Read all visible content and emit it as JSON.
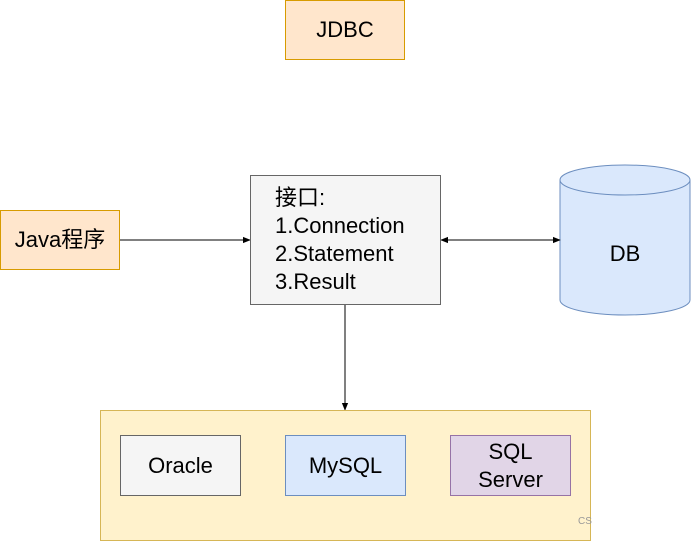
{
  "nodes": {
    "jdbc": "JDBC",
    "java_program": "Java程序",
    "interface": {
      "title": "接口:",
      "items": [
        "1.Connection",
        "2.Statement",
        "3.Result"
      ]
    },
    "db": "DB",
    "drivers": {
      "oracle": "Oracle",
      "mysql": "MySQL",
      "sqlserver_line1": "SQL",
      "sqlserver_line2": "Server"
    }
  },
  "edges": [
    {
      "from": "java_program",
      "to": "interface",
      "direction": "forward"
    },
    {
      "from": "interface",
      "to": "db",
      "direction": "both"
    },
    {
      "from": "interface",
      "to": "drivers",
      "direction": "forward"
    }
  ],
  "watermark": "CS",
  "colors": {
    "orange_fill": "#ffe6cc",
    "orange_stroke": "#d79b00",
    "grey_fill": "#f5f5f5",
    "grey_stroke": "#666666",
    "blue_fill": "#dae8fc",
    "blue_stroke": "#6c8ebf",
    "purple_fill": "#e1d5e7",
    "purple_stroke": "#9673a6",
    "yellow_fill": "#fff2cc",
    "yellow_stroke": "#d6b656"
  }
}
